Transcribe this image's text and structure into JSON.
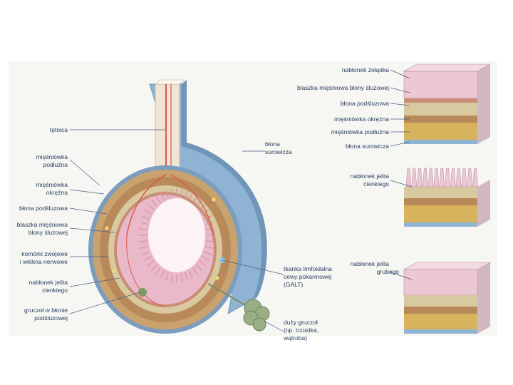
{
  "labels_left": [
    {
      "id": "tetnica",
      "lines": [
        "tętnica"
      ]
    },
    {
      "id": "miesniowka-podluzna-left",
      "lines": [
        "mięśniówka",
        "podłużna"
      ]
    },
    {
      "id": "miesniowka-okrezna-left",
      "lines": [
        "mięśniówka",
        "okrężna"
      ]
    },
    {
      "id": "blona-podsluzowa-left",
      "lines": [
        "błona podśluzowa"
      ]
    },
    {
      "id": "blaszka-left",
      "lines": [
        "blaszka mięśniowa",
        "błony śluzowej"
      ]
    },
    {
      "id": "komorki-zwojowe",
      "lines": [
        "komórki zwojowe",
        "i włókna nerwowe"
      ]
    },
    {
      "id": "nablonek-cienkiego-left",
      "lines": [
        "nabłonek jelita",
        "cienkiego"
      ]
    },
    {
      "id": "gruczol-w-blonie",
      "lines": [
        "gruczoł w błonie",
        "podśluzowej"
      ]
    }
  ],
  "labels_center": [
    {
      "id": "blona-surowicza-center",
      "lines": [
        "błona",
        "surowicza"
      ]
    },
    {
      "id": "tkanka-limfoidalna",
      "lines": [
        "tkanka limfoidalna",
        "cewy pokarmowej",
        "(GALT)"
      ]
    },
    {
      "id": "duzy-gruczol",
      "lines": [
        "duży gruczoł",
        "(np. trzustka,",
        "wątroba)"
      ]
    }
  ],
  "labels_right": [
    {
      "id": "nablonek-zoladka",
      "lines": [
        "nabłonek żołądka"
      ]
    },
    {
      "id": "blaszka-right",
      "lines": [
        "blaszka mięśniowa błony śluzowej"
      ]
    },
    {
      "id": "blona-podsluzowa-right",
      "lines": [
        "błona podśluzowa"
      ]
    },
    {
      "id": "miesniowka-okrezna-right",
      "lines": [
        "mięśniówka okrężna"
      ]
    },
    {
      "id": "miesniowka-podluzna-right",
      "lines": [
        "mięśniówka podłużna"
      ]
    },
    {
      "id": "blona-surowicza-right",
      "lines": [
        "błona surowicza"
      ]
    },
    {
      "id": "nablonek-cienkiego-right",
      "lines": [
        "nabłonek jelita",
        "cienkiego"
      ]
    },
    {
      "id": "nablonek-grubego",
      "lines": [
        "nabłonek jelita",
        "grubego"
      ]
    }
  ],
  "colors": {
    "serosa": "#8fb3d2",
    "serosa_dark": "#6f95b8",
    "longitudinal_muscle": "#c9a26d",
    "circular_muscle": "#b88a5a",
    "submucosa": "#d8c9a0",
    "mucosa": "#e9b9c9",
    "villi": "#f2cdd8",
    "lumen": "#fbf3f5",
    "artery": "#d9584f",
    "gland": "#9aae86",
    "label_text": "#2c3e62",
    "leader": "#4a5d80"
  }
}
